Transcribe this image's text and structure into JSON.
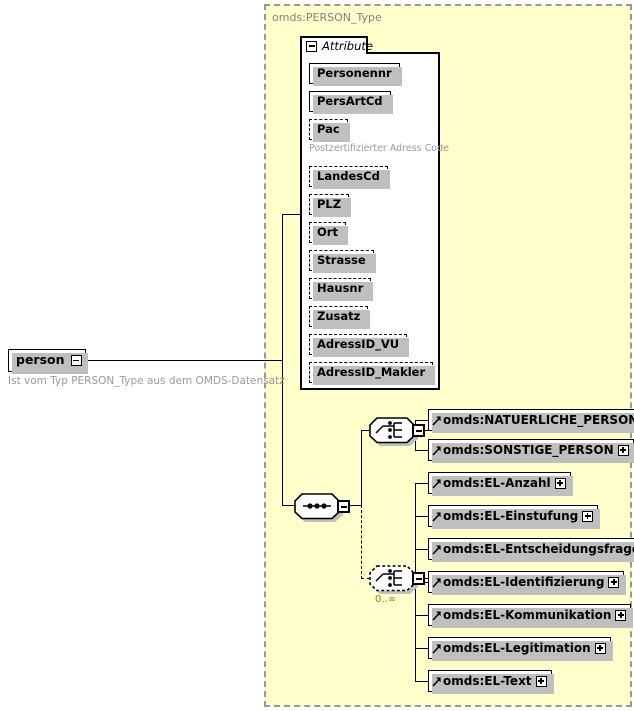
{
  "diagram": {
    "kind": "xsd-schema-diagram",
    "type_container": {
      "label": "omds:PERSON_Type"
    },
    "root_element": {
      "name": "person",
      "toggle": "minus-icon",
      "annotation": "Ist vom Typ PERSON_Type aus dem OMDS-Datensatz"
    },
    "attribute_group": {
      "tab_label": "Attribute",
      "tab_toggle": "minus-icon",
      "attributes": [
        {
          "name": "Personennr",
          "required": true,
          "annotation": ""
        },
        {
          "name": "PersArtCd",
          "required": true,
          "annotation": ""
        },
        {
          "name": "Pac",
          "required": false,
          "annotation": "Postzertifizierter Adress Code"
        },
        {
          "name": "LandesCd",
          "required": false,
          "annotation": ""
        },
        {
          "name": "PLZ",
          "required": false,
          "annotation": ""
        },
        {
          "name": "Ort",
          "required": false,
          "annotation": ""
        },
        {
          "name": "Strasse",
          "required": false,
          "annotation": ""
        },
        {
          "name": "Hausnr",
          "required": false,
          "annotation": ""
        },
        {
          "name": "Zusatz",
          "required": false,
          "annotation": ""
        },
        {
          "name": "AdressID_VU",
          "required": false,
          "annotation": ""
        },
        {
          "name": "AdressID_Makler",
          "required": false,
          "annotation": ""
        }
      ]
    },
    "compositors": {
      "sequence": {
        "type": "sequence",
        "symbol": "sequence-icon",
        "toggle": "minus-icon",
        "cardinality": ""
      },
      "choice_person": {
        "type": "choice",
        "symbol": "choice-icon",
        "toggle": "minus-icon",
        "required": true,
        "cardinality": ""
      },
      "choice_el": {
        "type": "choice",
        "symbol": "choice-icon",
        "toggle": "minus-icon",
        "required": false,
        "cardinality": "0..∞"
      }
    },
    "choice_person_children": [
      {
        "name": "omds:NATUERLICHE_PERSON",
        "toggle": "plus-icon"
      },
      {
        "name": "omds:SONSTIGE_PERSON",
        "toggle": "plus-icon"
      }
    ],
    "choice_el_children": [
      {
        "name": "omds:EL-Anzahl",
        "toggle": "plus-icon"
      },
      {
        "name": "omds:EL-Einstufung",
        "toggle": "plus-icon"
      },
      {
        "name": "omds:EL-Entscheidungsfrage",
        "toggle": "plus-icon"
      },
      {
        "name": "omds:EL-Identifizierung",
        "toggle": "plus-icon"
      },
      {
        "name": "omds:EL-Kommunikation",
        "toggle": "plus-icon"
      },
      {
        "name": "omds:EL-Legitimation",
        "toggle": "plus-icon"
      },
      {
        "name": "omds:EL-Text",
        "toggle": "plus-icon"
      }
    ],
    "colors": {
      "type_background": "#ffffcc",
      "type_border": "#999999",
      "node_background": "#ffffff",
      "node_border": "#000000",
      "shadow": "#bfbfbf",
      "annotation_text": "#9a9a9a",
      "type_label_text": "#808080",
      "cardinality_text": "#8a7a2a"
    }
  }
}
